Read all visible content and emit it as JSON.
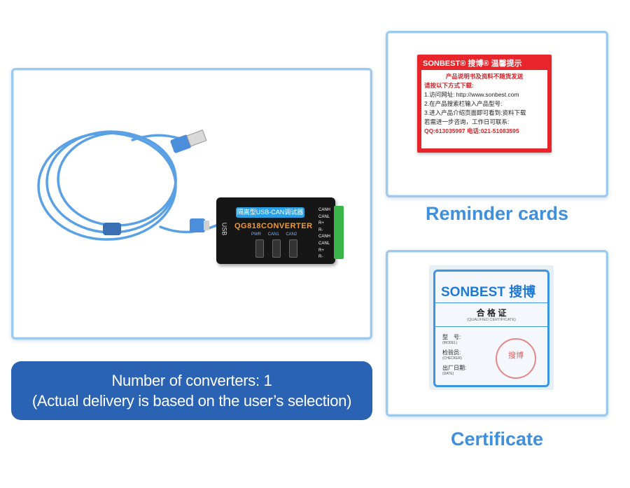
{
  "banner": {
    "line1": "Number of converters: 1",
    "line2": "(Actual delivery is based on the user’s selection)"
  },
  "captions": {
    "reminder": "Reminder cards",
    "certificate": "Certificate"
  },
  "device": {
    "label": "隔离型USB-CAN调试器",
    "model_prefix": "QG818",
    "model_suffix": "CONVERTER",
    "usb": "USB",
    "leds": "PWR CAN1 CAN2",
    "pins": [
      "CANH",
      "CANL",
      "R+",
      "R-",
      "CANH",
      "CANL",
      "R+",
      "R-"
    ]
  },
  "reminder_card": {
    "brand": "SONBEST® 搜博® 温馨提示",
    "lines": [
      "产品说明书及资料不随货发送",
      "请按以下方式下载:",
      "1.访问网址: http://www.sonbest.com",
      "2.在产品搜索栏输入产品型号:",
      "3.进入产品介绍页面即可看到:资料下载",
      "若需进一步咨询，工作日可联系:",
      "QQ:613035997  电话:021-51083595"
    ]
  },
  "certificate": {
    "brand": "SONBEST 搜博",
    "title": "合 格 证",
    "subtitle": "(QUALIFIED CERTIFICATE)",
    "rows": [
      {
        "zh": "型　号:",
        "en": "(MODEL)"
      },
      {
        "zh": "检验员:",
        "en": "(CHECKER)"
      },
      {
        "zh": "出厂日期:",
        "en": "(DATE)"
      }
    ],
    "stamp": "搜博"
  },
  "colors": {
    "accent": "#3f8fdc",
    "banner": "#2a63b3",
    "panel_border": "#9cc9ef",
    "card_red": "#e8252a"
  }
}
